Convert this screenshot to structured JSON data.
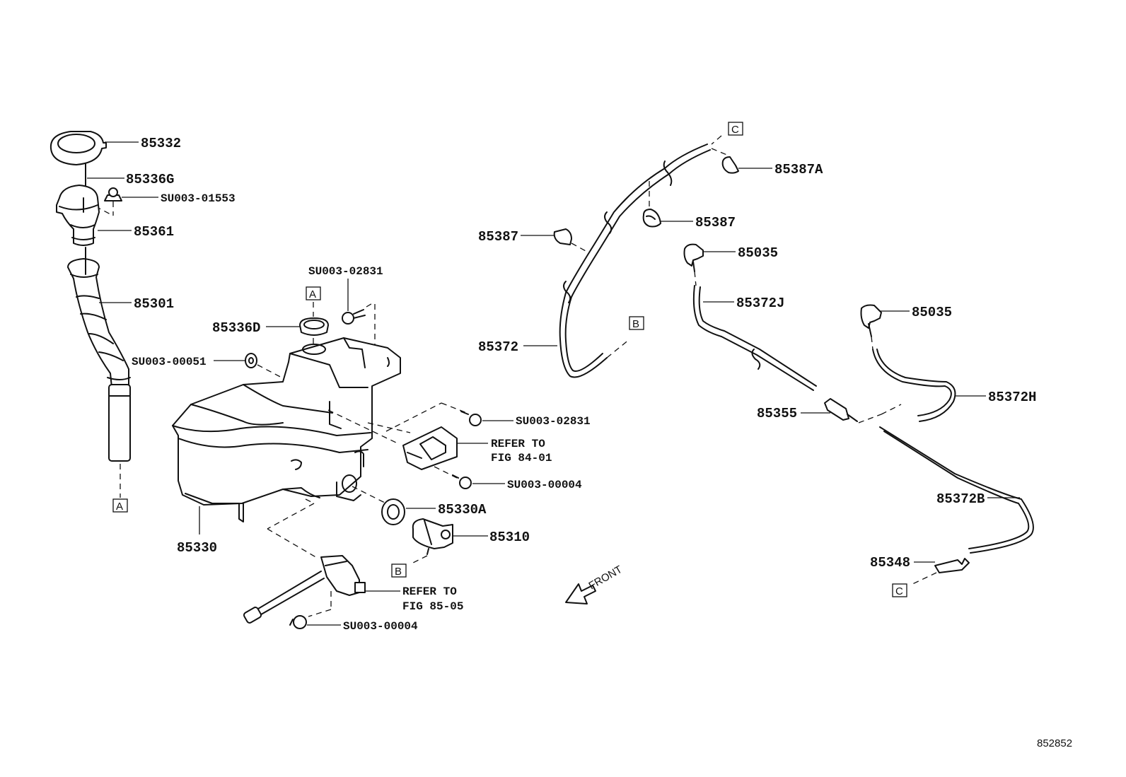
{
  "parts": {
    "p85332": "85332",
    "p85336G": "85336G",
    "pSU01553": "SU003-01553",
    "p85361": "85361",
    "p85301": "85301",
    "pSU00051": "SU003-00051",
    "p85336D": "85336D",
    "pSU02831a": "SU003-02831",
    "pSU02831b": "SU003-02831",
    "pSU00004a": "SU003-00004",
    "pSU00004b": "SU003-00004",
    "p85330A": "85330A",
    "p85310": "85310",
    "p85330": "85330",
    "p85387a": "85387",
    "p85387b": "85387",
    "p85387A": "85387A",
    "p85035a": "85035",
    "p85035b": "85035",
    "p85372": "85372",
    "p85372J": "85372J",
    "p85372H": "85372H",
    "p85355": "85355",
    "p85372B": "85372B",
    "p85348": "85348"
  },
  "refs": {
    "refer_to": "REFER TO",
    "fig_84_01": "FIG 84-01",
    "fig_85_05": "FIG 85-05"
  },
  "connectors": {
    "a": "A",
    "b": "B",
    "c": "C"
  },
  "front_label": "FRONT",
  "figure_number": "852852"
}
